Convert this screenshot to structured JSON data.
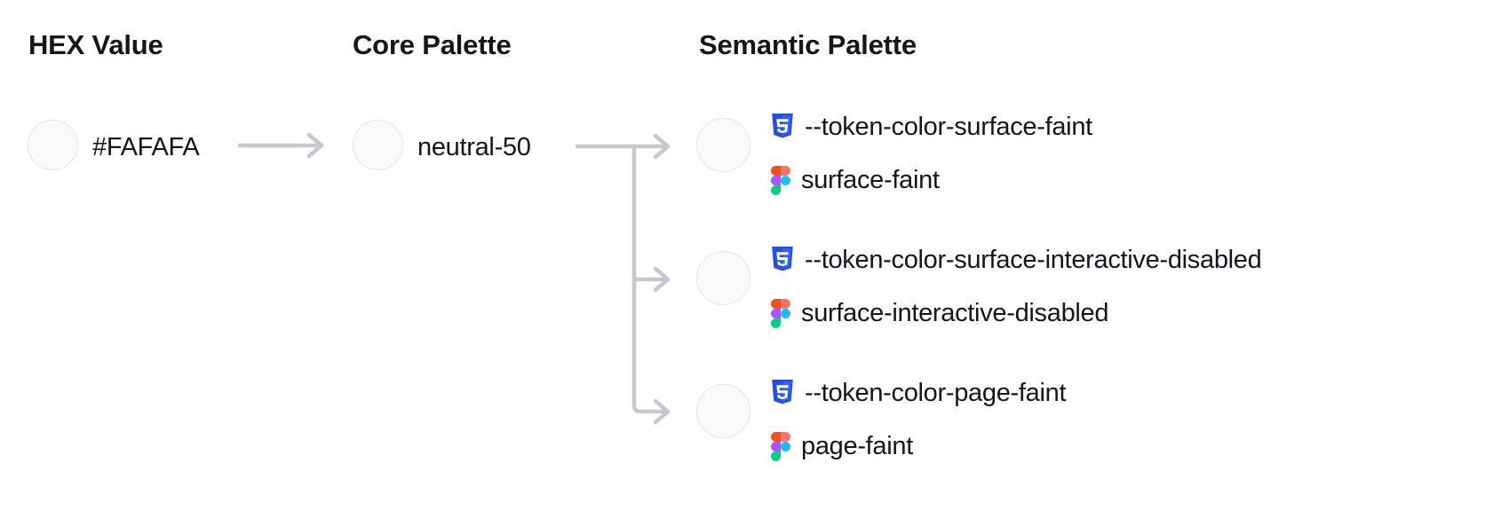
{
  "columns": {
    "hex_value": "HEX Value",
    "core_palette": "Core Palette",
    "semantic_palette": "Semantic Palette"
  },
  "hex": {
    "value": "#FAFAFA",
    "swatch_color": "#FAFAFA"
  },
  "core": {
    "value": "neutral-50",
    "swatch_color": "#FAFAFA"
  },
  "semantic": [
    {
      "swatch_color": "#FAFAFA",
      "css_icon": "css3-icon",
      "css_token": "--token-color-surface-faint",
      "figma_icon": "figma-icon",
      "figma_token": "surface-faint"
    },
    {
      "swatch_color": "#FAFAFA",
      "css_icon": "css3-icon",
      "css_token": "--token-color-surface-interactive-disabled",
      "figma_icon": "figma-icon",
      "figma_token": "surface-interactive-disabled"
    },
    {
      "swatch_color": "#FAFAFA",
      "css_icon": "css3-icon",
      "css_token": "--token-color-page-faint",
      "figma_icon": "figma-icon",
      "figma_token": "page-faint"
    }
  ],
  "connectors": {
    "line_color": "#C5C8CE",
    "hex_to_core": "arrow-right",
    "core_to_semantic": "branch-arrow-right"
  },
  "palette": {
    "text_color": "#15161A",
    "swatch_border": "#E4E4E8",
    "connector": "#C5C8CE",
    "css_icon_blue": "#264DE4",
    "figma_red": "#F24E1E",
    "figma_purple": "#A259FF",
    "figma_blue": "#1ABCFE",
    "figma_green": "#0ACF83"
  }
}
